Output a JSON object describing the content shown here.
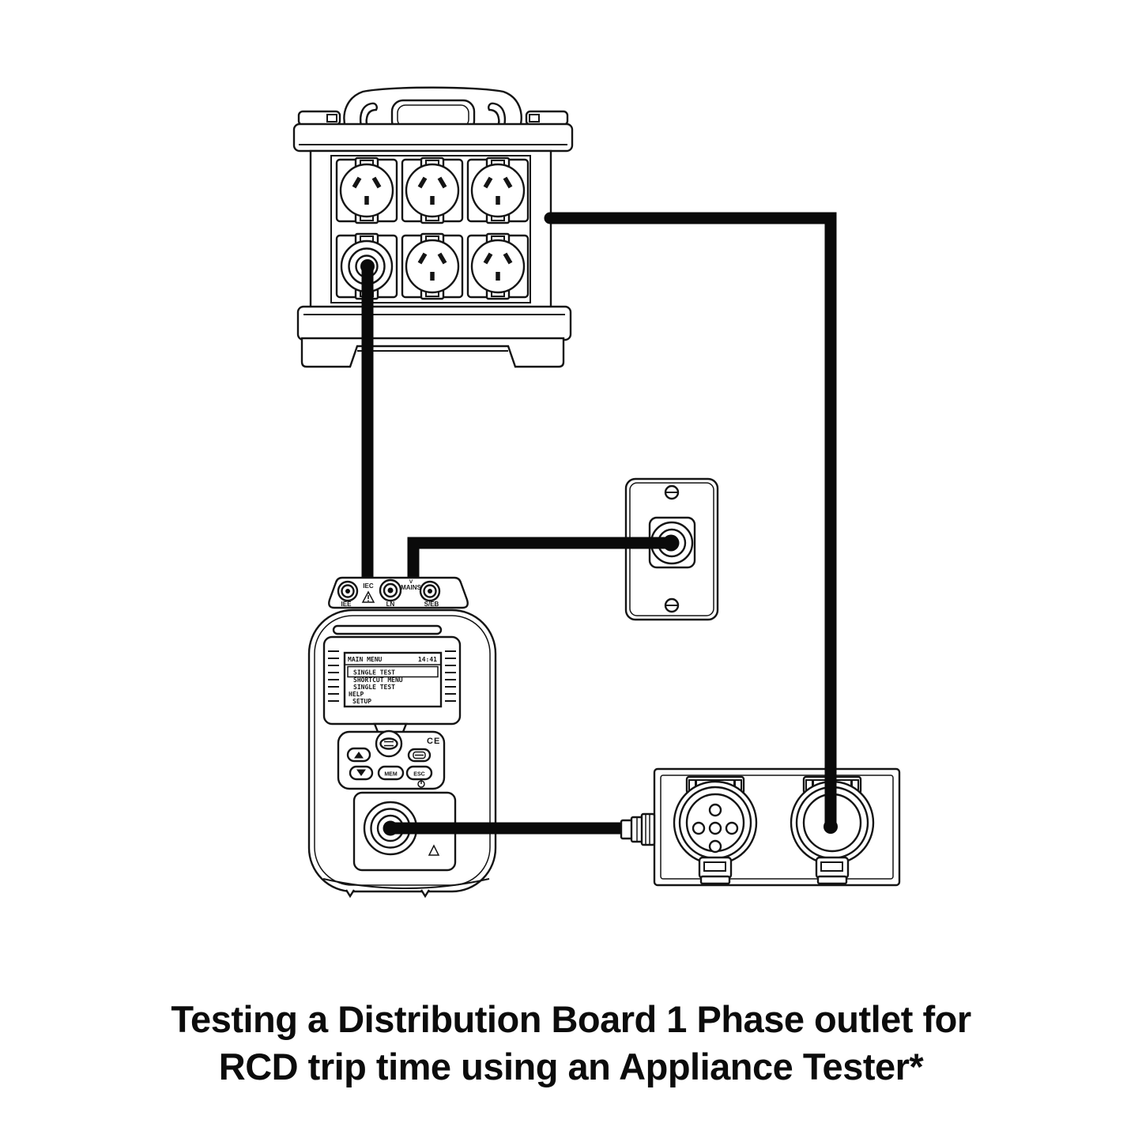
{
  "diagram": {
    "caption_line1": "Testing a Distribution Board 1 Phase outlet for",
    "caption_line2": "RCD trip time using an Appliance Tester*"
  },
  "colors": {
    "ink": "#141414",
    "cable": "#0a0a0a",
    "paper": "#ffffff"
  },
  "appliance_tester": {
    "top_panel": {
      "iec_label": "IEC",
      "mains_v_label": "V",
      "mains_label": "MAINS",
      "iee_label": "IEE",
      "ln_label": "LN",
      "seb_label": "S/EB"
    },
    "screen": {
      "title": "MAIN MENU",
      "time": "14:41",
      "items": [
        "SINGLE TEST",
        "SHORTCUT MENU",
        "SINGLE TEST",
        "HELP",
        "SETUP"
      ]
    },
    "keypad": {
      "mem_label": "MEM",
      "esc_label": "ESC"
    },
    "ce_mark": "CE"
  }
}
